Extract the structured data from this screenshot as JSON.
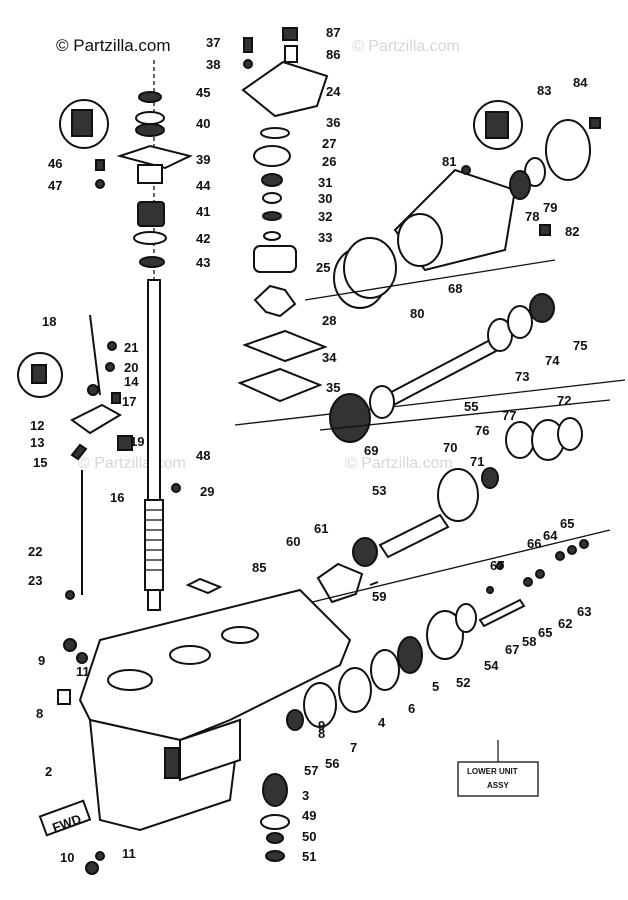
{
  "watermark": {
    "main": "© Partzilla.com",
    "repeat": "© Partzilla.com"
  },
  "assembly_box": {
    "line1": "LOWER UNIT",
    "line2": "ASSY"
  },
  "fwd_arrow": "FWD",
  "callouts": [
    {
      "id": "c2",
      "label": "2"
    },
    {
      "id": "c3",
      "label": "3"
    },
    {
      "id": "c4",
      "label": "4"
    },
    {
      "id": "c5",
      "label": "5"
    },
    {
      "id": "c6",
      "label": "6"
    },
    {
      "id": "c7",
      "label": "7"
    },
    {
      "id": "c8",
      "label": "8"
    },
    {
      "id": "c8b",
      "label": "8"
    },
    {
      "id": "c9",
      "label": "9"
    },
    {
      "id": "c9b",
      "label": "9"
    },
    {
      "id": "c10",
      "label": "10"
    },
    {
      "id": "c11",
      "label": "11"
    },
    {
      "id": "c11b",
      "label": "11"
    },
    {
      "id": "c12",
      "label": "12"
    },
    {
      "id": "c13",
      "label": "13"
    },
    {
      "id": "c14",
      "label": "14"
    },
    {
      "id": "c15",
      "label": "15"
    },
    {
      "id": "c16",
      "label": "16"
    },
    {
      "id": "c17",
      "label": "17"
    },
    {
      "id": "c18",
      "label": "18"
    },
    {
      "id": "c19",
      "label": "19"
    },
    {
      "id": "c20",
      "label": "20"
    },
    {
      "id": "c21",
      "label": "21"
    },
    {
      "id": "c22",
      "label": "22"
    },
    {
      "id": "c23",
      "label": "23"
    },
    {
      "id": "c24",
      "label": "24"
    },
    {
      "id": "c25",
      "label": "25"
    },
    {
      "id": "c26",
      "label": "26"
    },
    {
      "id": "c27",
      "label": "27"
    },
    {
      "id": "c28",
      "label": "28"
    },
    {
      "id": "c29",
      "label": "29"
    },
    {
      "id": "c30",
      "label": "30"
    },
    {
      "id": "c31",
      "label": "31"
    },
    {
      "id": "c32",
      "label": "32"
    },
    {
      "id": "c33",
      "label": "33"
    },
    {
      "id": "c34",
      "label": "34"
    },
    {
      "id": "c35",
      "label": "35"
    },
    {
      "id": "c36",
      "label": "36"
    },
    {
      "id": "c37",
      "label": "37"
    },
    {
      "id": "c38",
      "label": "38"
    },
    {
      "id": "c39",
      "label": "39"
    },
    {
      "id": "c40",
      "label": "40"
    },
    {
      "id": "c41",
      "label": "41"
    },
    {
      "id": "c42",
      "label": "42"
    },
    {
      "id": "c43",
      "label": "43"
    },
    {
      "id": "c44",
      "label": "44"
    },
    {
      "id": "c45",
      "label": "45"
    },
    {
      "id": "c46",
      "label": "46"
    },
    {
      "id": "c47",
      "label": "47"
    },
    {
      "id": "c48",
      "label": "48"
    },
    {
      "id": "c49",
      "label": "49"
    },
    {
      "id": "c50",
      "label": "50"
    },
    {
      "id": "c51",
      "label": "51"
    },
    {
      "id": "c52",
      "label": "52"
    },
    {
      "id": "c53",
      "label": "53"
    },
    {
      "id": "c54",
      "label": "54"
    },
    {
      "id": "c55",
      "label": "55"
    },
    {
      "id": "c56",
      "label": "56"
    },
    {
      "id": "c57",
      "label": "57"
    },
    {
      "id": "c58",
      "label": "58"
    },
    {
      "id": "c59",
      "label": "59"
    },
    {
      "id": "c60",
      "label": "60"
    },
    {
      "id": "c61",
      "label": "61"
    },
    {
      "id": "c62",
      "label": "62"
    },
    {
      "id": "c63",
      "label": "63"
    },
    {
      "id": "c64",
      "label": "64"
    },
    {
      "id": "c65",
      "label": "65"
    },
    {
      "id": "c65b",
      "label": "65"
    },
    {
      "id": "c66",
      "label": "66"
    },
    {
      "id": "c67",
      "label": "67"
    },
    {
      "id": "c67b",
      "label": "67"
    },
    {
      "id": "c68",
      "label": "68"
    },
    {
      "id": "c69",
      "label": "69"
    },
    {
      "id": "c70",
      "label": "70"
    },
    {
      "id": "c71",
      "label": "71"
    },
    {
      "id": "c72",
      "label": "72"
    },
    {
      "id": "c73",
      "label": "73"
    },
    {
      "id": "c74",
      "label": "74"
    },
    {
      "id": "c75",
      "label": "75"
    },
    {
      "id": "c76",
      "label": "76"
    },
    {
      "id": "c77",
      "label": "77"
    },
    {
      "id": "c78",
      "label": "78"
    },
    {
      "id": "c79",
      "label": "79"
    },
    {
      "id": "c80",
      "label": "80"
    },
    {
      "id": "c81",
      "label": "81"
    },
    {
      "id": "c82",
      "label": "82"
    },
    {
      "id": "c83",
      "label": "83"
    },
    {
      "id": "c84",
      "label": "84"
    },
    {
      "id": "c85",
      "label": "85"
    },
    {
      "id": "c86",
      "label": "86"
    },
    {
      "id": "c87",
      "label": "87"
    }
  ]
}
